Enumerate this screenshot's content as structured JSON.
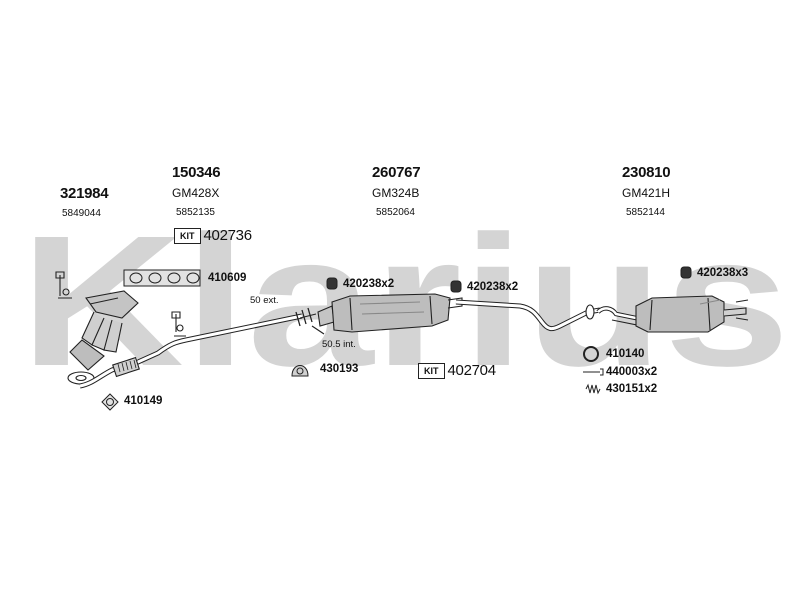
{
  "watermark": "Klarius",
  "colors": {
    "watermark": "#d4d4d4",
    "line": "#222222",
    "part_fill": "#bdbdbd"
  },
  "groups": [
    {
      "part_number": "321984",
      "code": "",
      "oem": "5849044"
    },
    {
      "part_number": "150346",
      "code": "GM428X",
      "oem": "5852135"
    },
    {
      "part_number": "260767",
      "code": "GM324B",
      "oem": "5852064"
    },
    {
      "part_number": "230810",
      "code": "GM421H",
      "oem": "5852144"
    }
  ],
  "kits": [
    {
      "label": "KIT",
      "number": "402736"
    },
    {
      "label": "KIT",
      "number": "402704"
    }
  ],
  "parts": [
    {
      "number": "410609",
      "icon": "gasket-icon"
    },
    {
      "number": "410149",
      "icon": "gasket-icon"
    },
    {
      "number": "420238x2",
      "icon": "rubber-mount-icon"
    },
    {
      "number": "420238x2",
      "icon": "rubber-mount-icon"
    },
    {
      "number": "420238x3",
      "icon": "rubber-mount-icon"
    },
    {
      "number": "430193",
      "icon": "hanger-icon"
    },
    {
      "number": "410140",
      "icon": "ring-icon"
    },
    {
      "number": "440003x2",
      "icon": "bolt-icon"
    },
    {
      "number": "430151x2",
      "icon": "spring-icon"
    }
  ],
  "notes": {
    "ext": "50 ext.",
    "int": "50.5 int."
  }
}
